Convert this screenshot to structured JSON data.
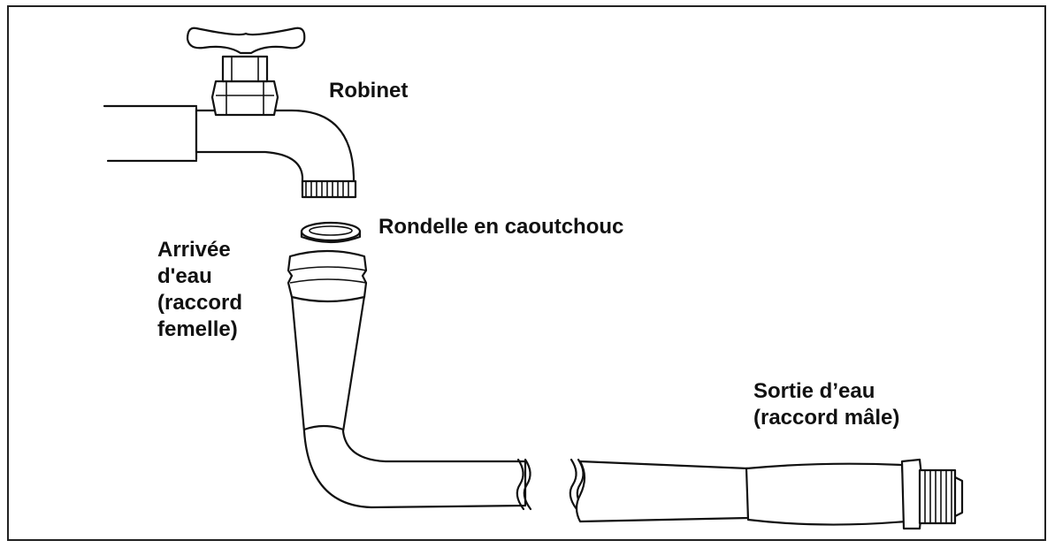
{
  "labels": {
    "faucet": "Robinet",
    "washer": "Rondelle en caoutchouc",
    "inlet": [
      "Arrivée",
      "d'eau",
      "(raccord",
      "femelle)"
    ],
    "outlet": [
      "Sortie d’eau",
      "(raccord mâle)"
    ]
  },
  "colors": {
    "line": "#111111",
    "background": "#ffffff"
  },
  "icons": [
    "faucet-icon",
    "rubber-washer-icon",
    "female-coupling-icon",
    "hose-icon",
    "male-coupling-icon"
  ]
}
